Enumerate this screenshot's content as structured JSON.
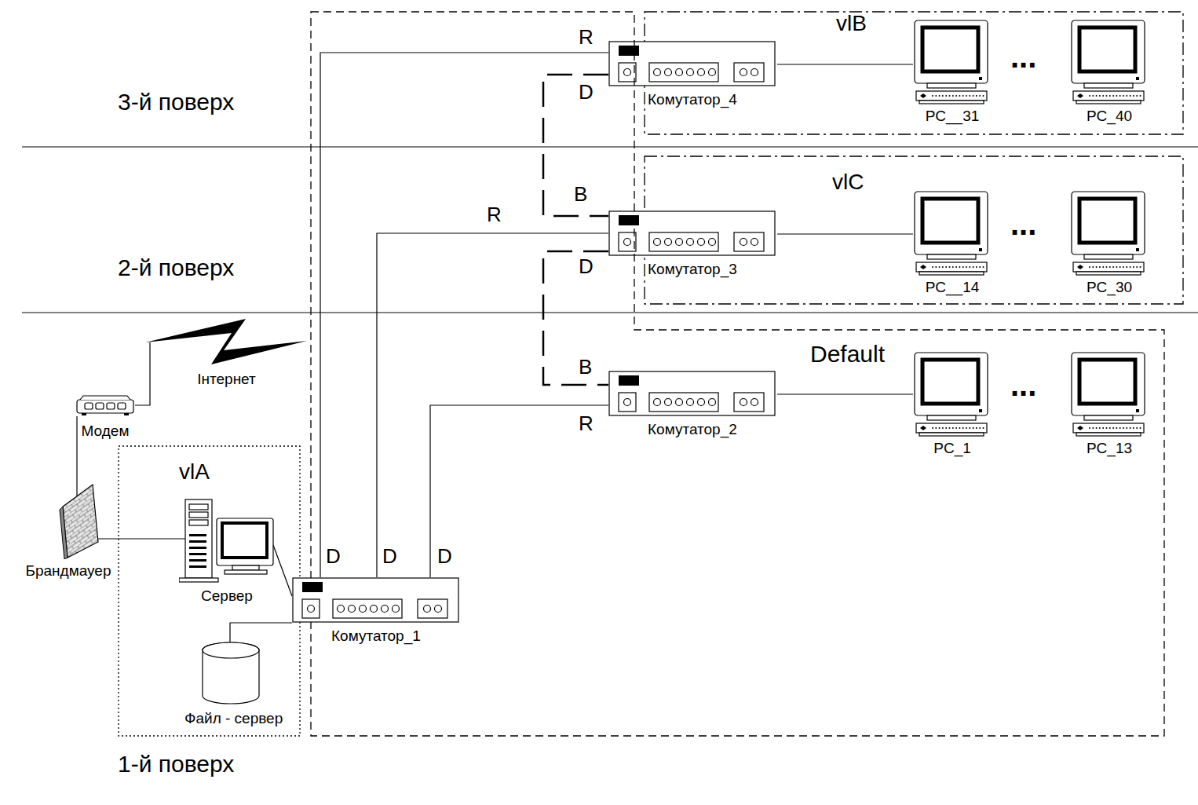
{
  "diagram": {
    "nodes": [
      {
        "text": [
          "vlB"
        ]
      },
      {
        "text": [
          "Комутатор_4"
        ]
      },
      {
        "text": [
          "PC__31"
        ],
        "in": 0
      },
      {
        "text": [
          "PC_40"
        ],
        "in": 0
      },
      {
        "text": [
          "vlC"
        ]
      },
      {
        "text": [
          "Комутатор_3"
        ]
      },
      {
        "text": [
          "PC__14"
        ],
        "in": 4
      },
      {
        "text": [
          "PC_30"
        ],
        "in": 4
      },
      {
        "text": [
          "Default"
        ]
      },
      {
        "text": [
          "Комутатор_2"
        ],
        "in": 8
      },
      {
        "text": [
          "PC_1"
        ],
        "in": 8
      },
      {
        "text": [
          "PC_13"
        ],
        "in": 8
      },
      {
        "text": [
          "Інтернет"
        ]
      },
      {
        "text": [
          "Модем"
        ]
      },
      {
        "text": [
          "vlA"
        ]
      },
      {
        "text": [
          "Брандмауер"
        ]
      },
      {
        "text": [
          "Сервер"
        ],
        "in": 14
      },
      {
        "text": [
          "Комутатор_1"
        ]
      },
      {
        "text": [
          "Файл - сервер"
        ],
        "in": 14
      }
    ],
    "edges": [
      {
        "from": 17,
        "to": 1,
        "arrow": "none"
      },
      {
        "from": 17,
        "to": 5,
        "arrow": "none"
      },
      {
        "from": 17,
        "to": 9,
        "arrow": "none"
      },
      {
        "from": 1,
        "to": 2,
        "arrow": "none"
      },
      {
        "from": 5,
        "to": 6,
        "arrow": "none"
      },
      {
        "from": 9,
        "to": 10,
        "arrow": "none"
      },
      {
        "from": 1,
        "to": 5,
        "arrow": "none"
      },
      {
        "from": 5,
        "to": 9,
        "arrow": "none"
      },
      {
        "from": 16,
        "to": 17,
        "arrow": "none"
      },
      {
        "from": 18,
        "to": 17,
        "arrow": "none"
      },
      {
        "from": 15,
        "to": 16,
        "arrow": "none"
      },
      {
        "from": 13,
        "to": 15,
        "arrow": "none"
      },
      {
        "from": 13,
        "to": 12,
        "arrow": "none"
      }
    ],
    "labels": [
      "R",
      "D",
      "3-й поверх",
      "...",
      "B",
      "R",
      "2-й поверх",
      "D",
      "...",
      "B",
      "R",
      "...",
      "D",
      "D",
      "D",
      "1-й поверх"
    ]
  }
}
